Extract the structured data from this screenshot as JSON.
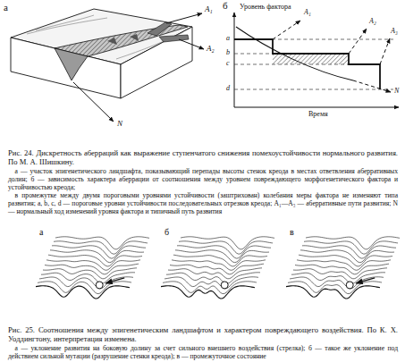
{
  "diagram": {
    "labels": [
      "а",
      "A₁",
      "A₂",
      "N",
      "б",
      "Уровень фактора",
      "a",
      "b",
      "c",
      "d",
      "A₁",
      "A₂",
      "A₃",
      "N",
      "Время",
      "Рис. 24. Дискретность аберраций как выражение ступенчатого снижения помехоустойчивости нормального развития. По М. А. Шишкину.",
      "а — участок эпигенетического ландшафта, показывающий перепады высоты стенок креода в местах ответвления аберративных долин; б — зависимость характера аберрации от соотношения между уровнем повреждающего морфогенетического фактора и устойчивостью креода;",
      "в промежутке между двумя пороговыми уровнями устойчивости (заштрихован) колебания меры фактора не изменяют типа развития; a, b, c, d — пороговые уровни устойчивости последовательных отрезков креода; A₁—A₃ — аберративные пути развития; N — нормальный ход изменений уровня фактора и типичный путь развития",
      "а",
      "б",
      "в",
      "Рис. 25. Соотношения между эпигенетическим ландшафтом и характером повреждающего воздействия. По К. Х. Уоддингтону, интерпретация изменена.",
      "а — уклонение развития на боковую долину за счет сильного внешнего воздействия (стрелка); б — такое же уклонение под действием сильной мутации (разрушение стенки креода); в — промежуточное состояние"
    ]
  }
}
